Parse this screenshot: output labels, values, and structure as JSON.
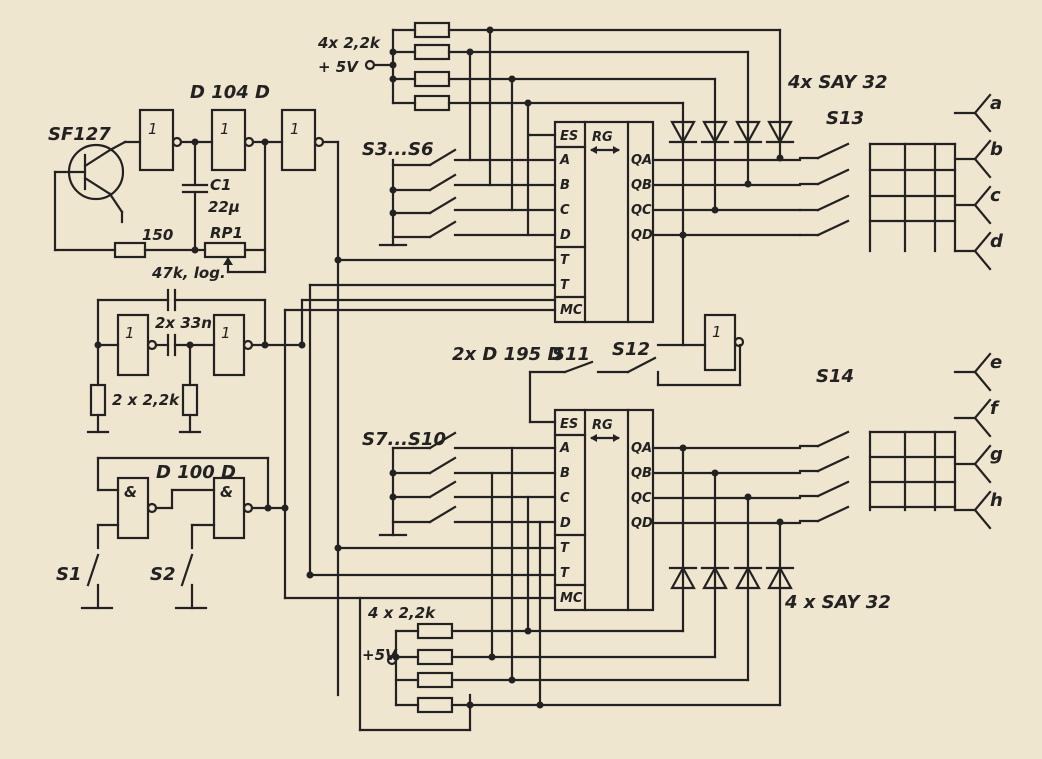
{
  "labels": {
    "transistor": "SF127",
    "gate_ic": "D 104 D",
    "cap_c1": "C1",
    "cap_c1_val": "22µ",
    "res_150": "150",
    "pot": "RP1",
    "pot_val": "47k, log.",
    "cap_pair": "2x 33n",
    "res_pair": "2 x 2,2k",
    "nand_ic": "D 100 D",
    "sw1": "S1",
    "sw2": "S2",
    "res_top": "4x 2,2k",
    "vcc_top": "+ 5V",
    "diodes_top": "4x SAY 32",
    "sw_group1": "S3...S6",
    "sw_group2": "S7...S10",
    "shift_ic": "2x D 195 D",
    "s11": "S11",
    "s12": "S12",
    "s13": "S13",
    "s14": "S14",
    "res_bot": "4 x 2,2k",
    "vcc_bot": "+5V",
    "diodes_bot": "4 x SAY 32",
    "not_symbol": "1",
    "and_symbol": "&",
    "rg": "RG"
  },
  "ic_pins_left": [
    "ES",
    "A",
    "B",
    "C",
    "D",
    "T",
    "T",
    "MC"
  ],
  "ic_pins_right": [
    "QA",
    "QB",
    "QC",
    "QD"
  ],
  "outputs": [
    "a",
    "b",
    "c",
    "d",
    "e",
    "f",
    "g",
    "h"
  ]
}
